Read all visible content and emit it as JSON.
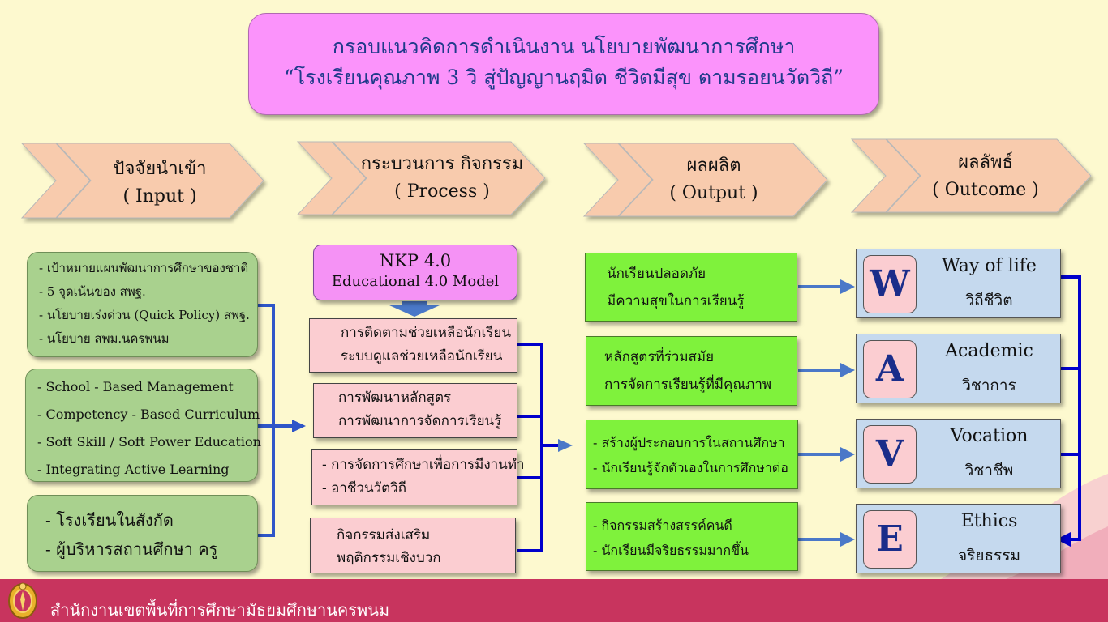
{
  "title": {
    "line1": "กรอบแนวคิดการดำเนินงาน นโยบายพัฒนาการศึกษา",
    "line2": "“โรงเรียนคุณภาพ 3 วิ สู่ปัญญานฤมิต ชีวิตมีสุข ตามรอยนวัตวิถี”"
  },
  "stages": [
    {
      "thai": "ปัจจัยนำเข้า",
      "eng": "( Input )"
    },
    {
      "thai": "กระบวนการ กิจกรรม",
      "eng": "( Process )"
    },
    {
      "thai": "ผลผลิต",
      "eng": "( Output )"
    },
    {
      "thai": "ผลลัพธ์",
      "eng": "( Outcome )"
    }
  ],
  "input": {
    "box1": [
      "- เป้าหมายแผนพัฒนาการศึกษาของชาติ",
      "- 5 จุดเน้นของ สพฐ.",
      "- นโยบายเร่งด่วน (Quick Policy) สพฐ.",
      "- นโยบาย สพม.นครพนม"
    ],
    "box2": [
      "-  School - Based Management",
      "-  Competency - Based Curriculum",
      "-  Soft Skill / Soft Power Education",
      "- Integrating Active Learning"
    ],
    "box3": [
      "- โรงเรียนในสังกัด",
      "- ผู้บริหารสถานศึกษา  ครู"
    ]
  },
  "process": {
    "model_title": "NKP 4.0",
    "model_subtitle": "Educational 4.0 Model",
    "boxes": [
      [
        "การติดตามช่วยเหลือนักเรียน",
        "ระบบดูแลช่วยเหลือนักเรียน"
      ],
      [
        "การพัฒนาหลักสูตร",
        "การพัฒนาการจัดการเรียนรู้"
      ],
      [
        "- การจัดการศึกษาเพื่อการมีงานทำ",
        "-  อาชีวนวัตวิถี"
      ],
      [
        "กิจกรรมส่งเสริม",
        "พฤติกรรมเชิงบวก"
      ]
    ]
  },
  "output": {
    "boxes": [
      [
        "นักเรียนปลอดภัย",
        "มีความสุขในการเรียนรู้"
      ],
      [
        "หลักสูตรที่ร่วมสมัย",
        "การจัดการเรียนรู้ที่มีคุณภาพ"
      ],
      [
        "- สร้างผู้ประกอบการในสถานศึกษา",
        "- นักเรียนรู้จักตัวเองในการศึกษาต่อ"
      ],
      [
        "- กิจกรรมสร้างสรรค์คนดี",
        "- นักเรียนมีจริยธรรมมากขึ้น"
      ]
    ]
  },
  "outcome": {
    "items": [
      {
        "letter": "W",
        "title": "Way of life",
        "subtitle": "วิถีชีวิต"
      },
      {
        "letter": "A",
        "title": "Academic",
        "subtitle": "วิชาการ"
      },
      {
        "letter": "V",
        "title": "Vocation",
        "subtitle": "วิชาชีพ"
      },
      {
        "letter": "E",
        "title": "Ethics",
        "subtitle": "จริยธรรม"
      }
    ]
  },
  "footer": {
    "text": "สำนักงานเขตพื้นที่การศึกษามัธยมศึกษานครพนม",
    "logo_icon": "emblem-seal-icon"
  },
  "colors": {
    "accent_blue": "#2f56c8",
    "footer_pink": "#c8345e",
    "title_box": "#fb93fb",
    "arrow_fill": "#f8cbad"
  }
}
